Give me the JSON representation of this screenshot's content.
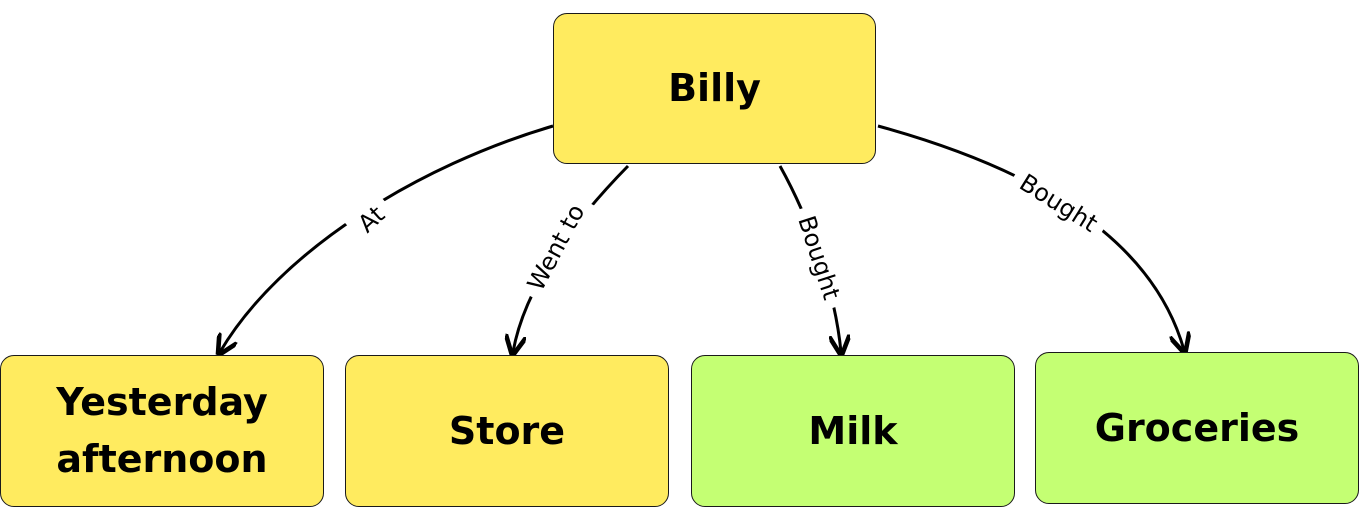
{
  "colors": {
    "subject_fill": "#FFEB5F",
    "object_fill": "#C4FF73",
    "border": "#1a1a1a",
    "edge": "#000000"
  },
  "nodes": {
    "billy": {
      "label": "Billy",
      "fill": "#FFEB5F"
    },
    "yesterday": {
      "label": "Yesterday\nafternoon",
      "fill": "#FFEB5F"
    },
    "store": {
      "label": "Store",
      "fill": "#FFEB5F"
    },
    "milk": {
      "label": "Milk",
      "fill": "#C4FF73"
    },
    "groceries": {
      "label": "Groceries",
      "fill": "#C4FF73"
    }
  },
  "edges": [
    {
      "from": "Billy",
      "to": "Yesterday afternoon",
      "label": "At"
    },
    {
      "from": "Billy",
      "to": "Store",
      "label": "Went to"
    },
    {
      "from": "Billy",
      "to": "Milk",
      "label": "Bought"
    },
    {
      "from": "Billy",
      "to": "Groceries",
      "label": "Bought"
    }
  ]
}
